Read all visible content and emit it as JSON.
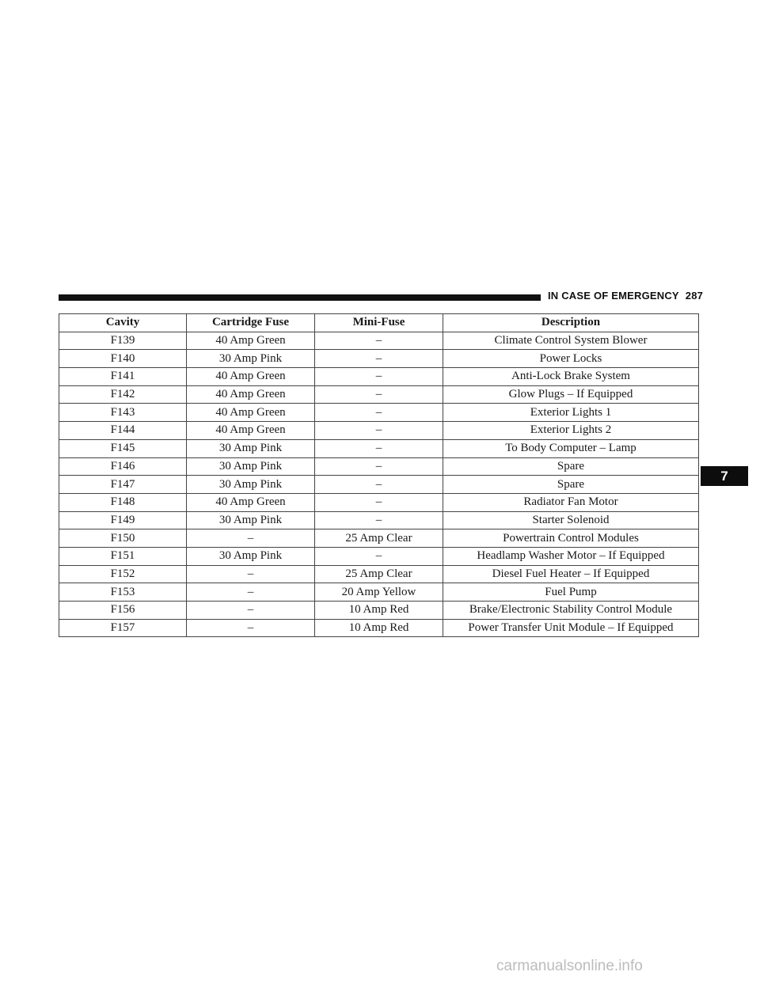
{
  "header": {
    "section": "IN CASE OF EMERGENCY",
    "page_number": "287"
  },
  "table": {
    "columns": [
      "Cavity",
      "Cartridge Fuse",
      "Mini-Fuse",
      "Description"
    ],
    "rows": [
      [
        "F139",
        "40 Amp Green",
        "–",
        "Climate Control System Blower"
      ],
      [
        "F140",
        "30 Amp Pink",
        "–",
        "Power Locks"
      ],
      [
        "F141",
        "40 Amp Green",
        "–",
        "Anti-Lock Brake System"
      ],
      [
        "F142",
        "40 Amp Green",
        "–",
        "Glow Plugs – If Equipped"
      ],
      [
        "F143",
        "40 Amp Green",
        "–",
        "Exterior Lights 1"
      ],
      [
        "F144",
        "40 Amp Green",
        "–",
        "Exterior Lights 2"
      ],
      [
        "F145",
        "30 Amp Pink",
        "–",
        "To Body Computer – Lamp"
      ],
      [
        "F146",
        "30 Amp Pink",
        "–",
        "Spare"
      ],
      [
        "F147",
        "30 Amp Pink",
        "–",
        "Spare"
      ],
      [
        "F148",
        "40 Amp Green",
        "–",
        "Radiator Fan Motor"
      ],
      [
        "F149",
        "30 Amp Pink",
        "–",
        "Starter Solenoid"
      ],
      [
        "F150",
        "–",
        "25 Amp Clear",
        "Powertrain Control Modules"
      ],
      [
        "F151",
        "30 Amp Pink",
        "–",
        "Headlamp Washer Motor – If Equipped"
      ],
      [
        "F152",
        "–",
        "25 Amp Clear",
        "Diesel Fuel Heater – If Equipped"
      ],
      [
        "F153",
        "–",
        "20 Amp Yellow",
        "Fuel Pump"
      ],
      [
        "F156",
        "–",
        "10 Amp Red",
        "Brake/Electronic Stability Control Module"
      ],
      [
        "F157",
        "–",
        "10 Amp Red",
        "Power Transfer Unit Module – If Equipped"
      ]
    ]
  },
  "chapter_tab": "7",
  "watermark": "carmanualsonline.info"
}
